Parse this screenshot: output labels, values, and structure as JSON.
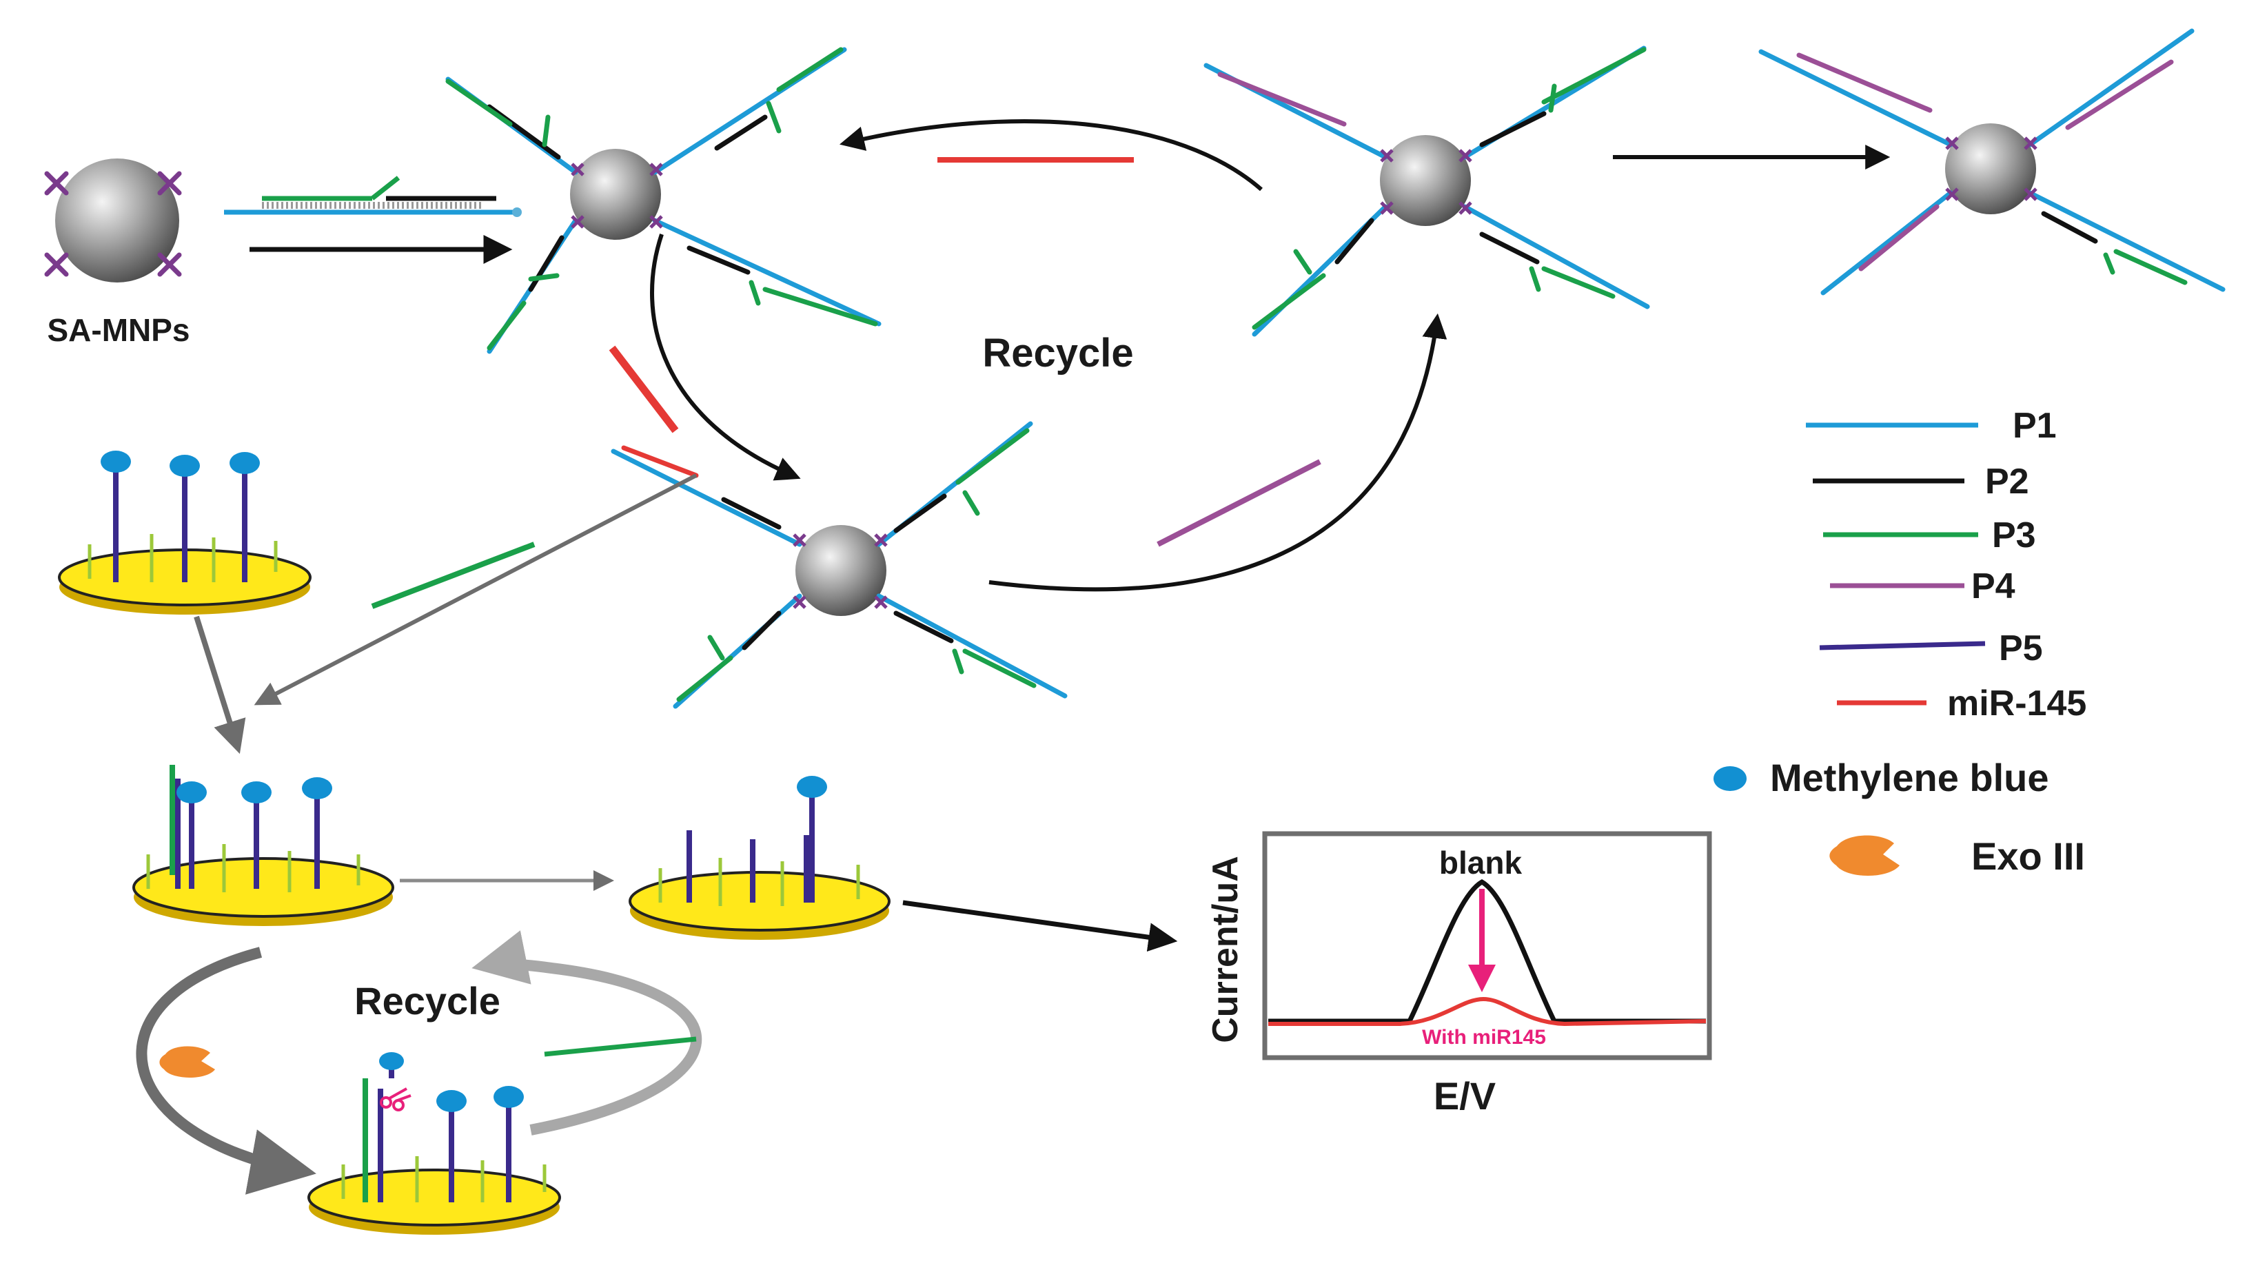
{
  "labels": {
    "sa_mnps": "SA-MNPs",
    "recycle_top": "Recycle",
    "recycle_bottom": "Recycle"
  },
  "legend": {
    "items": [
      {
        "label": "P1",
        "color": "#1E9BD7"
      },
      {
        "label": "P2",
        "color": "#111111"
      },
      {
        "label": "P3",
        "color": "#1AA04A"
      },
      {
        "label": "P4",
        "color": "#9B4F96"
      },
      {
        "label": "P5",
        "color": "#3A2A8C"
      },
      {
        "label": "miR-145",
        "color": "#E53935"
      }
    ],
    "methylene_blue": "Methylene blue",
    "exo_iii": "Exo III"
  },
  "plot": {
    "ylabel": "Current/uA",
    "xlabel": "E/V",
    "blank": "blank",
    "with": "With miR145"
  },
  "colors": {
    "p1": "#1E9BD7",
    "p2": "#111111",
    "p3": "#1AA04A",
    "p4": "#9B4F96",
    "p5": "#3A2A8C",
    "mir": "#E53935",
    "mb": "#1290D2",
    "exo": "#F08A2E",
    "gold": "#FFE81A",
    "pink": "#E8207A"
  }
}
